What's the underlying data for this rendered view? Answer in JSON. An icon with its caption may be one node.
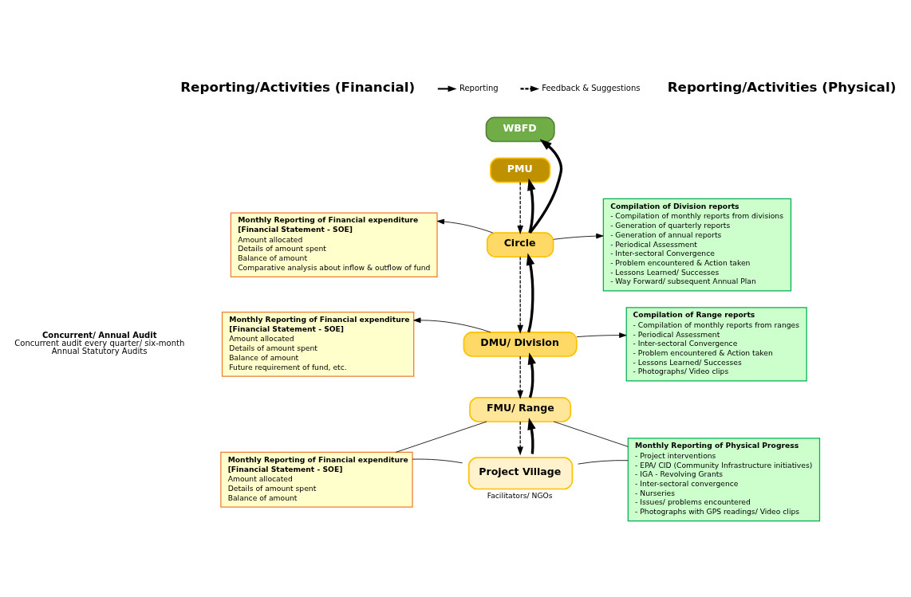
{
  "diagram": {
    "nodes": [
      {
        "text": [
          "WBFD"
        ]
      },
      {
        "text": [
          "PMU"
        ]
      },
      {
        "text": [
          "Circle"
        ]
      },
      {
        "text": [
          "DMU/ Division"
        ]
      },
      {
        "text": [
          "FMU/ Range"
        ]
      },
      {
        "text": [
          "Project Village"
        ],
        "beside": [
          "Facilitators/ NGOs"
        ]
      },
      {
        "text": [
          "Monthly Reporting of Financial expenditure",
          "[Financial Statement - SOE]",
          "Amount allocated",
          "Details of amount spent",
          "Balance of amount",
          "Comparative analysis about inflow & outflow of fund"
        ]
      },
      {
        "text": [
          "Monthly Reporting of Financial expenditure",
          "[Financial Statement - SOE]",
          "Amount allocated",
          "Details of amount spent",
          "Balance of amount",
          "Future requirement of fund, etc."
        ]
      },
      {
        "text": [
          "Monthly Reporting of Financial expenditure",
          "[Financial Statement - SOE]",
          "Amount allocated",
          "Details of amount spent",
          "Balance of amount"
        ]
      },
      {
        "text": [
          "Compilation of Division reports",
          "- Compilation of monthly reports from divisions",
          "- Generation of quarterly reports",
          "- Generation of annual reports",
          "- Periodical Assessment",
          "- Inter-sectoral Convergence",
          "- Problem encountered & Action taken",
          "- Lessons Learned/ Successes",
          "- Way Forward/ subsequent Annual Plan"
        ]
      },
      {
        "text": [
          "Compilation of Range reports",
          "- Compilation of monthly reports from ranges",
          "- Periodical Assessment",
          "- Inter-sectoral Convergence",
          "- Problem encountered & Action taken",
          "- Lessons Learned/ Successes",
          "- Photographs/ Video clips"
        ]
      },
      {
        "text": [
          "Monthly Reporting of Physical Progress",
          "- Project interventions",
          "- EPA/ CID (Community Infrastructure initiatives)",
          "- IGA - Revolving Grants",
          "- Inter-sectoral convergence",
          "- Nurseries",
          "- Issues/ problems encountered",
          "- Photographs with GPS readings/ Video clips"
        ]
      }
    ],
    "edges": [
      {
        "from": 1,
        "to": 2,
        "arrow": "to",
        "style": "dashed"
      },
      {
        "from": 2,
        "to": 1,
        "arrow": "to",
        "style": "thick"
      },
      {
        "from": 2,
        "to": 0,
        "arrow": "to",
        "style": "thick"
      },
      {
        "from": 2,
        "to": 6,
        "arrow": "to"
      },
      {
        "from": 2,
        "to": 9,
        "arrow": "to"
      },
      {
        "from": 2,
        "to": 3,
        "arrow": "to",
        "style": "dashed"
      },
      {
        "from": 3,
        "to": 2,
        "arrow": "to",
        "style": "thick"
      },
      {
        "from": 3,
        "to": 7,
        "arrow": "to"
      },
      {
        "from": 3,
        "to": 10,
        "arrow": "to"
      },
      {
        "from": 3,
        "to": 4,
        "arrow": "to",
        "style": "dashed"
      },
      {
        "from": 4,
        "to": 3,
        "arrow": "to",
        "style": "thick"
      },
      {
        "from": 4,
        "to": 5,
        "arrow": "to",
        "style": "dashed"
      },
      {
        "from": 5,
        "to": 4,
        "arrow": "to",
        "style": "thick"
      },
      {
        "from": 4,
        "to": 8,
        "arrow": "none"
      },
      {
        "from": 5,
        "to": 8,
        "arrow": "none"
      },
      {
        "from": 4,
        "to": 11,
        "arrow": "none"
      },
      {
        "from": 5,
        "to": 11,
        "arrow": "none"
      }
    ],
    "labels": [
      "Reporting/Activities (Financial)",
      "Reporting/Activities (Physical)",
      "Concurrent/ Annual Audit",
      "Concurrent audit every quarter/ six-month",
      "Annual Statutory Audits"
    ],
    "legend": [
      {
        "text": "Reporting"
      },
      {
        "text": "Feedback & Suggestions"
      }
    ]
  }
}
